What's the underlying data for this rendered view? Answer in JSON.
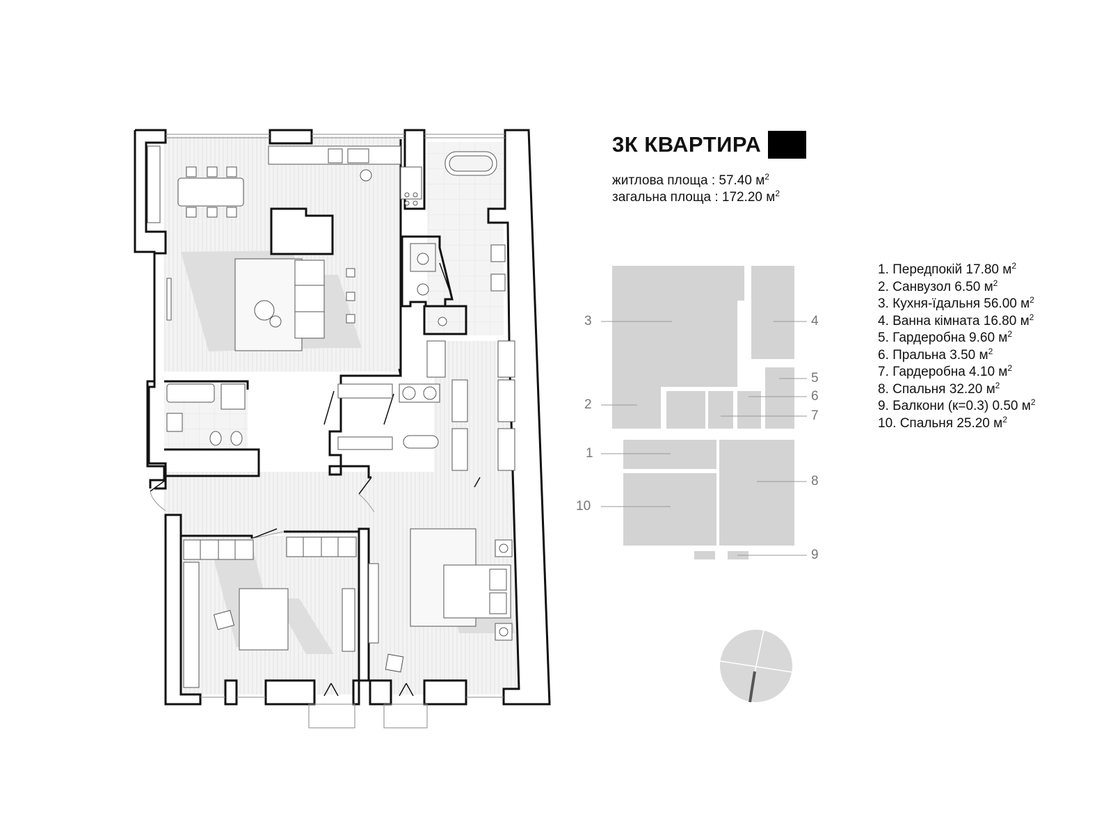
{
  "header": {
    "title": "3К КВАРТИРА",
    "living_area_label": "житлова площа : 57.40 м",
    "total_area_label": "загальна площа : 172.20 м",
    "unit_superscript": "2"
  },
  "legend": {
    "items": [
      {
        "text": "1. Передпокій 17.80 м",
        "sup": "2"
      },
      {
        "text": "2. Санвузол 6.50 м",
        "sup": "2"
      },
      {
        "text": "3. Кухня-їдальня 56.00 м",
        "sup": "2"
      },
      {
        "text": "4. Ванна кімната 16.80 м",
        "sup": "2"
      },
      {
        "text": "5. Гардеробна 9.60 м",
        "sup": "2"
      },
      {
        "text": "6. Пральна 3.50 м",
        "sup": "2"
      },
      {
        "text": "7. Гардеробна 4.10 м",
        "sup": "2"
      },
      {
        "text": "8. Спальня 32.20 м",
        "sup": "2"
      },
      {
        "text": "9. Балкони (к=0.3) 0.50 м",
        "sup": "2"
      },
      {
        "text": "10. Спальня 25.20 м",
        "sup": "2"
      }
    ]
  },
  "key_plan_numbers": [
    "1",
    "2",
    "3",
    "4",
    "5",
    "6",
    "7",
    "8",
    "9",
    "10"
  ],
  "colors": {
    "wall": "#ffffff",
    "wall_stroke": "#111111",
    "floor": "#f1f1f1",
    "floor_lines": "#e2e2e2",
    "shadow": "#dcdcdc",
    "key_block": "#d3d3d3",
    "leader": "#9a9a9a",
    "label_gray": "#777777",
    "title_mark": "#000000"
  },
  "icons": [
    "compass-icon",
    "bathtub-icon",
    "sink-icon",
    "toilet-icon",
    "bed-icon",
    "sofa-icon",
    "dining-table-icon"
  ]
}
